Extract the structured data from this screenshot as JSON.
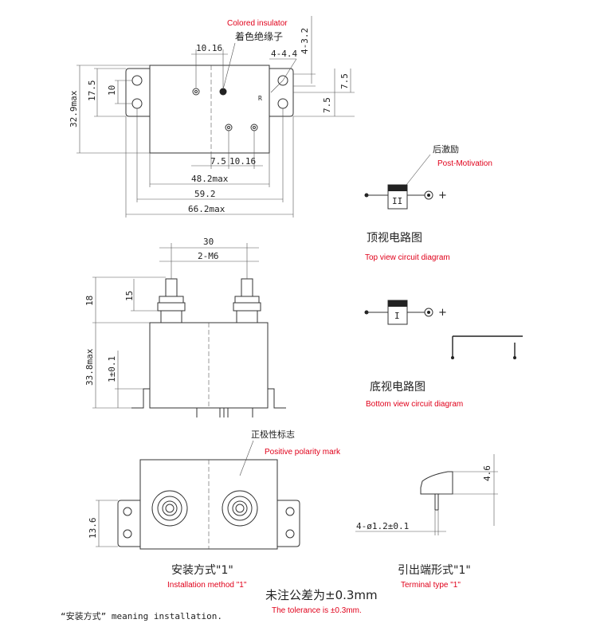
{
  "labels": {
    "colored_insulator_en": "Colored insulator",
    "colored_insulator_cn": "着色绝缘子",
    "post_motivation_cn": "后激励",
    "post_motivation_en": "Post-Motivation",
    "top_view_cn": "顶视电路图",
    "top_view_en": "Top view circuit diagram",
    "bottom_view_cn": "底视电路图",
    "bottom_view_en": "Bottom view circuit diagram",
    "positive_mark_cn": "正极性标志",
    "positive_mark_en": "Positive polarity mark",
    "install_cn": "安装方式\"1\"",
    "install_en": "Installation method \"1\"",
    "terminal_cn": "引出端形式\"1\"",
    "terminal_en": "Terminal type \"1\"",
    "tolerance_cn": "未注公差为±0.3mm",
    "tolerance_en": "The tolerance is ±0.3mm.",
    "footnote": "“安装方式” meaning installation."
  },
  "dims": {
    "d_10_16_top": "10.16",
    "d_4_3_2": "4-3.2",
    "d_4_4_4": "4-4.4",
    "d_17_5": "17.5",
    "d_10": "10",
    "d_32_9": "32.9max",
    "d_7_5_a": "7.5",
    "d_7_5_b": "7.5",
    "d_R": "R",
    "d_7_5_bottom": "7.5",
    "d_10_16_bottom": "10.16",
    "d_48_2": "48.2max",
    "d_59_2": "59.2",
    "d_66_2": "66.2max",
    "d_30": "30",
    "d_2_m6": "2-M6",
    "d_18": "18",
    "d_15": "15",
    "d_33_8": "33.8max",
    "d_1_pm": "1±0.1",
    "d_13_6": "13.6",
    "d_4_6": "4.6",
    "d_pin": "4-ø1.2±0.1"
  },
  "symbols": {
    "coil_top": "II",
    "coil_bottom": "I",
    "plus_top": "+",
    "plus_bottom": "+"
  }
}
